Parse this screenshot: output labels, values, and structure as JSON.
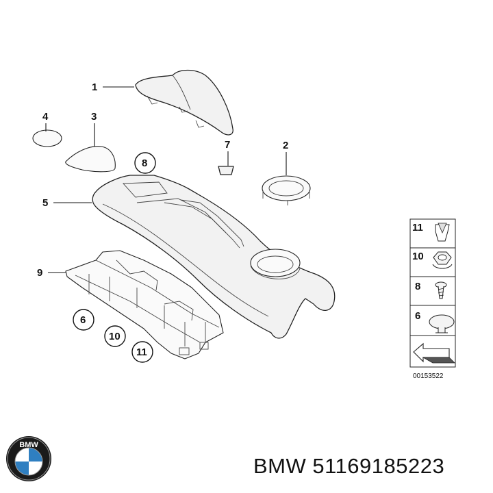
{
  "callouts": {
    "c1": "1",
    "c2": "2",
    "c3": "3",
    "c4": "4",
    "c5": "5",
    "c6": "6",
    "c7": "7",
    "c8": "8",
    "c9": "9",
    "c10": "10",
    "c11": "11"
  },
  "legend": {
    "items": [
      {
        "number": "11",
        "icon": "clip-nut-icon"
      },
      {
        "number": "10",
        "icon": "hex-nut-icon"
      },
      {
        "number": "8",
        "icon": "screw-icon"
      },
      {
        "number": "6",
        "icon": "push-rivet-icon"
      }
    ],
    "reference_number": "00153522"
  },
  "footer": {
    "brand": "BMW",
    "logo_letters": "BMW",
    "part_number": "BMW 51169185223"
  },
  "colors": {
    "line": "#222222",
    "part_fill": "#f2f2f2",
    "logo_blue": "#2f7fc1",
    "logo_ring": "#1a1a1a"
  }
}
